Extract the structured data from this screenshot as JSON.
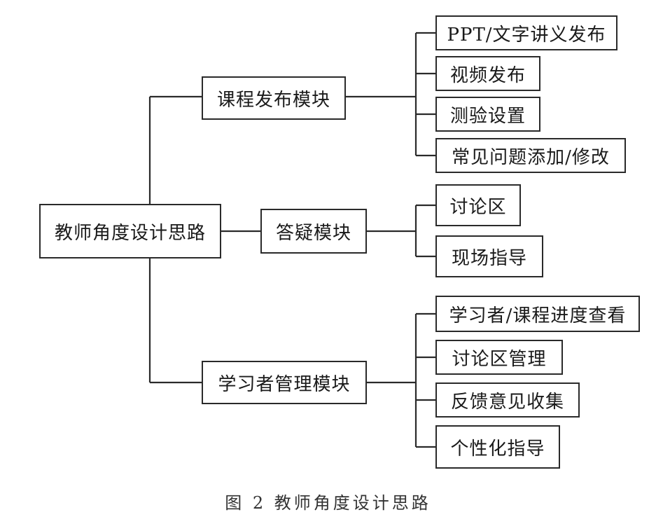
{
  "diagram": {
    "root": {
      "label": "教师角度设计思路"
    },
    "modules": [
      {
        "label": "课程发布模块",
        "children": [
          "PPT/文字讲义发布",
          "视频发布",
          "测验设置",
          "常见问题添加/修改"
        ]
      },
      {
        "label": "答疑模块",
        "children": [
          "讨论区",
          "现场指导"
        ]
      },
      {
        "label": "学习者管理模块",
        "children": [
          "学习者/课程进度查看",
          "讨论区管理",
          "反馈意见收集",
          "个性化指导"
        ]
      }
    ],
    "caption": "图 2  教师角度设计思路"
  }
}
